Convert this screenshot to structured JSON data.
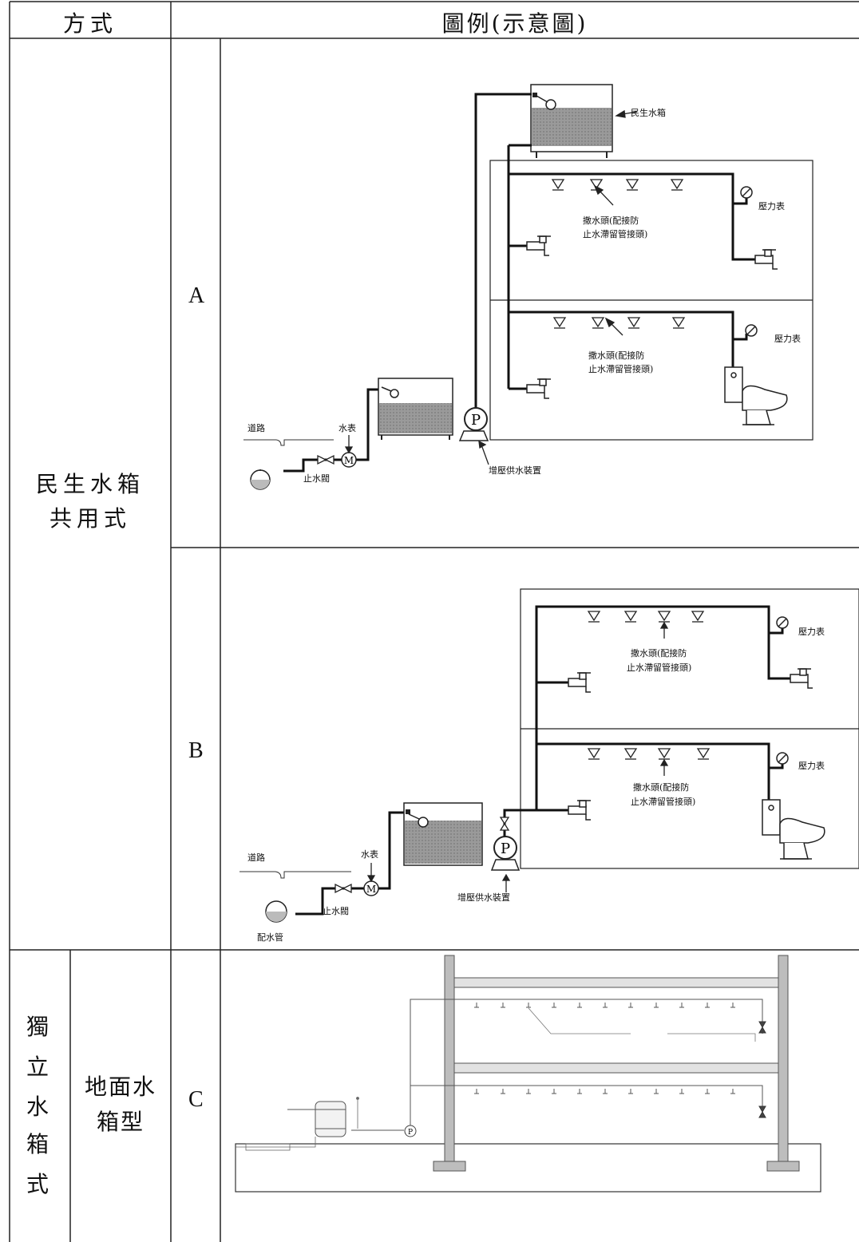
{
  "header": {
    "col_method": "方式",
    "col_legend": "圖例(示意圖)"
  },
  "groups": {
    "shared": {
      "line1": "民生水箱",
      "line2": "共用式"
    },
    "independent": {
      "chars": [
        "獨",
        "立",
        "水",
        "箱",
        "式"
      ],
      "sub_line1": "地面水",
      "sub_line2": "箱型"
    }
  },
  "rows": {
    "a": {
      "letter": "A",
      "labels": {
        "tank": "民生水箱",
        "gauge": "壓力表",
        "sprinkler_1": "撒水頭(配接防",
        "sprinkler_2": "止水滯留管接頭)",
        "road": "道路",
        "meter": "水表",
        "valve": "止水閥",
        "pump": "增壓供水裝置",
        "pump_letter": "P",
        "meter_letter": "M"
      }
    },
    "b": {
      "letter": "B",
      "labels": {
        "gauge": "壓力表",
        "sprinkler_1": "撒水頭(配接防",
        "sprinkler_2": "止水滯留管接頭)",
        "road": "道路",
        "meter": "水表",
        "valve": "止水閥",
        "pipe": "配水管",
        "pump": "增壓供水裝置",
        "pump_letter": "P",
        "meter_letter": "M"
      }
    },
    "c": {
      "letter": "C",
      "labels": {
        "pump_letter": "P"
      }
    }
  }
}
